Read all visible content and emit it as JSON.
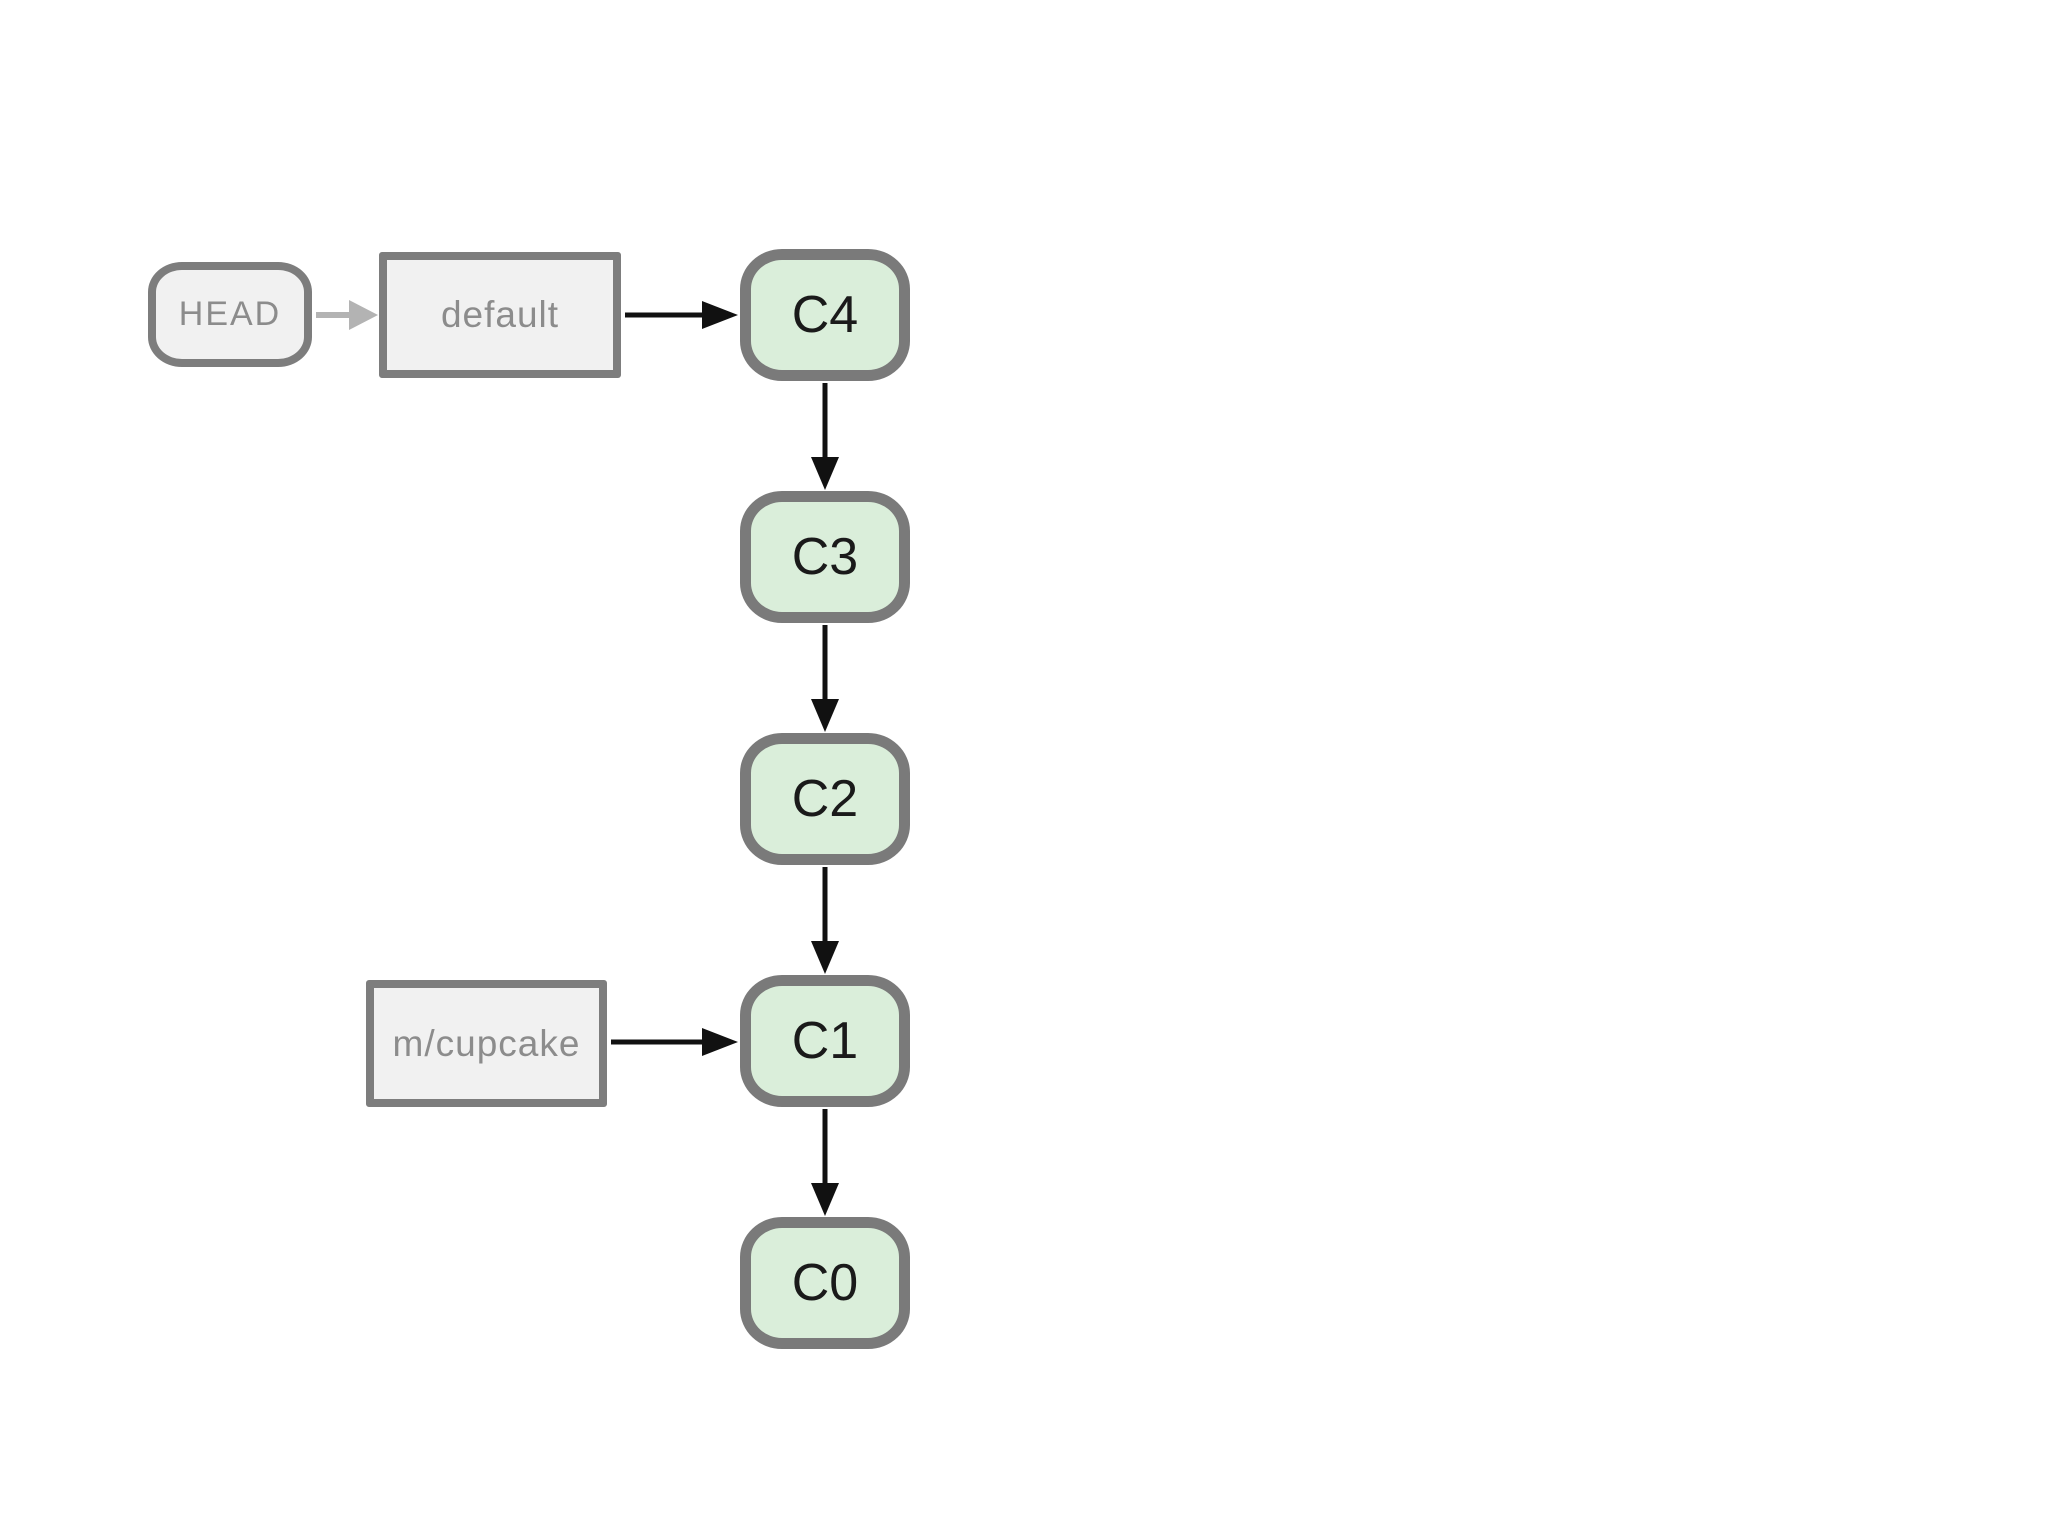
{
  "diagram": {
    "type": "git-commit-graph",
    "background": "#ffffff",
    "colors": {
      "commit_fill": "#daeeda",
      "commit_border": "#7a7a7a",
      "commit_text": "#1a1a1a",
      "ref_fill": "#f1f1f1",
      "ref_border": "#7d7d7d",
      "ref_text": "#8c8c8c",
      "arrow_black": "#111111",
      "arrow_gray": "#b3b3b3"
    },
    "head": {
      "label": "HEAD"
    },
    "branches": [
      {
        "label": "default"
      },
      {
        "label": "m/cupcake"
      }
    ],
    "commits": [
      {
        "label": "C4"
      },
      {
        "label": "C3"
      },
      {
        "label": "C2"
      },
      {
        "label": "C1"
      },
      {
        "label": "C0"
      }
    ],
    "edges": [
      {
        "from": "HEAD",
        "to": "default",
        "style": "gray"
      },
      {
        "from": "default",
        "to": "C4",
        "style": "black"
      },
      {
        "from": "m/cupcake",
        "to": "C1",
        "style": "black"
      },
      {
        "from": "C4",
        "to": "C3",
        "style": "black"
      },
      {
        "from": "C3",
        "to": "C2",
        "style": "black"
      },
      {
        "from": "C2",
        "to": "C1",
        "style": "black"
      },
      {
        "from": "C1",
        "to": "C0",
        "style": "black"
      }
    ]
  }
}
